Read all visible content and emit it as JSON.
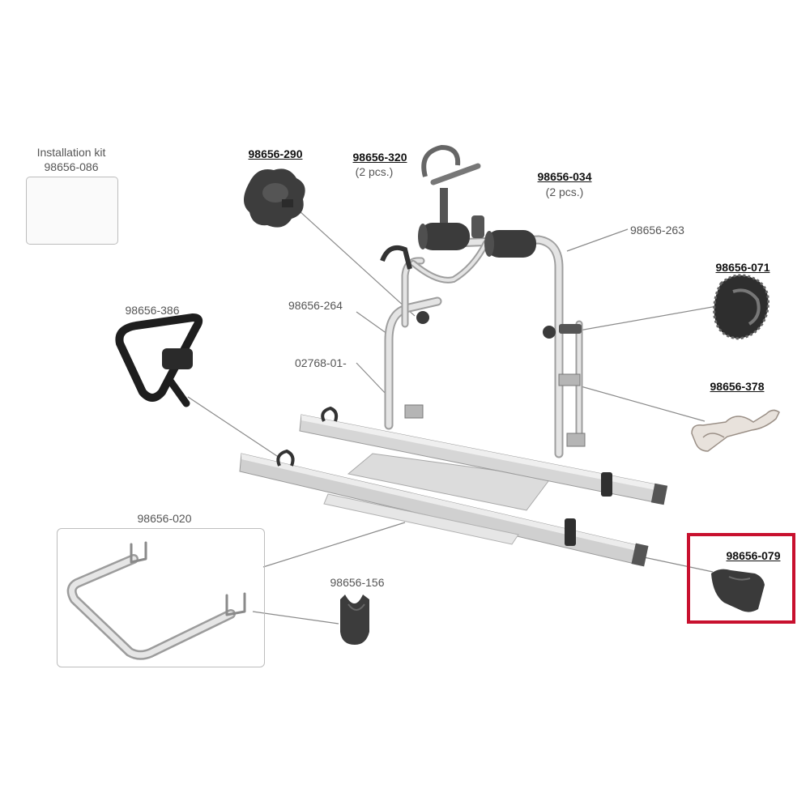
{
  "labels": {
    "installation_kit_title": "Installation kit",
    "installation_kit_number": "98656-086",
    "part_290": "98656-290",
    "part_320": "98656-320",
    "part_320_qty": "(2 pcs.)",
    "part_034": "98656-034",
    "part_034_qty": "(2 pcs.)",
    "part_263": "98656-263",
    "part_071": "98656-071",
    "part_264": "98656-264",
    "part_02768": "02768-01-",
    "part_386": "98656-386",
    "part_378": "98656-378",
    "part_020": "98656-020",
    "part_156": "98656-156",
    "part_079": "98656-079"
  },
  "highlighted_part": "98656-079",
  "colors": {
    "highlight": "#c8102e",
    "part_dark": "#3a3a3a",
    "frame_metal": "#c9c9c9",
    "leader_line": "#8a8a8a"
  }
}
